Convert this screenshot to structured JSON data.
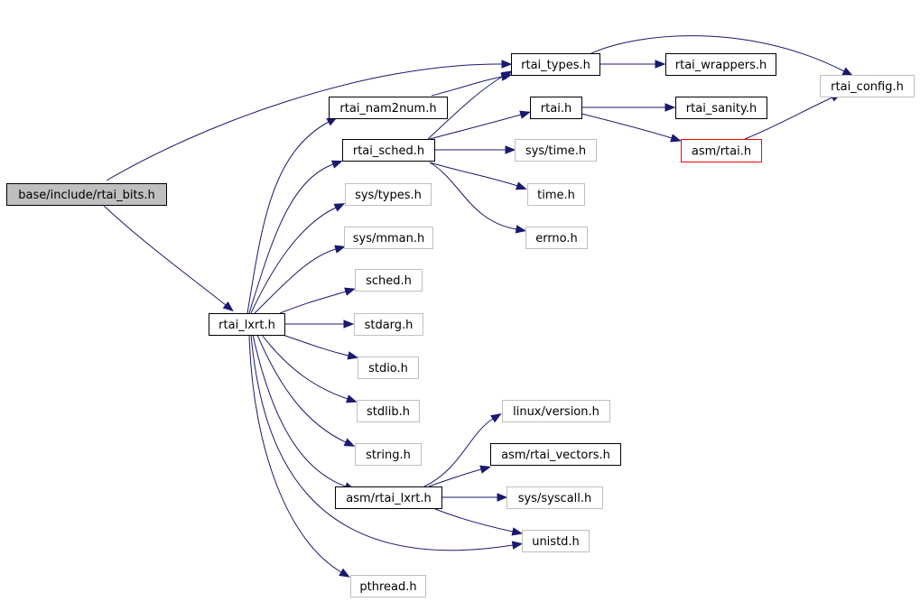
{
  "colors": {
    "edge": "#191970",
    "border_normal": "#000000",
    "border_external": "#bfbfbf",
    "border_missing": "#ff0000",
    "fill_root": "#bfbfbf",
    "fill_normal": "#ffffff"
  },
  "nodes": [
    {
      "id": "rtai_bits",
      "label": "base/include/rtai_bits.h",
      "kind": "root"
    },
    {
      "id": "rtai_types",
      "label": "rtai_types.h",
      "kind": "normal"
    },
    {
      "id": "rtai_wrappers",
      "label": "rtai_wrappers.h",
      "kind": "normal"
    },
    {
      "id": "rtai_config",
      "label": "rtai_config.h",
      "kind": "external"
    },
    {
      "id": "rtai_nam2num",
      "label": "rtai_nam2num.h",
      "kind": "normal"
    },
    {
      "id": "rtai_h",
      "label": "rtai.h",
      "kind": "normal"
    },
    {
      "id": "rtai_sanity",
      "label": "rtai_sanity.h",
      "kind": "normal"
    },
    {
      "id": "rtai_sched",
      "label": "rtai_sched.h",
      "kind": "normal"
    },
    {
      "id": "sys_time",
      "label": "sys/time.h",
      "kind": "external"
    },
    {
      "id": "asm_rtai",
      "label": "asm/rtai.h",
      "kind": "missing"
    },
    {
      "id": "sys_types",
      "label": "sys/types.h",
      "kind": "external"
    },
    {
      "id": "time_h",
      "label": "time.h",
      "kind": "external"
    },
    {
      "id": "errno_h",
      "label": "errno.h",
      "kind": "external"
    },
    {
      "id": "sys_mman",
      "label": "sys/mman.h",
      "kind": "external"
    },
    {
      "id": "sched_h",
      "label": "sched.h",
      "kind": "external"
    },
    {
      "id": "rtai_lxrt",
      "label": "rtai_lxrt.h",
      "kind": "normal"
    },
    {
      "id": "stdarg_h",
      "label": "stdarg.h",
      "kind": "external"
    },
    {
      "id": "stdio_h",
      "label": "stdio.h",
      "kind": "external"
    },
    {
      "id": "stdlib_h",
      "label": "stdlib.h",
      "kind": "external"
    },
    {
      "id": "linux_version",
      "label": "linux/version.h",
      "kind": "external"
    },
    {
      "id": "string_h",
      "label": "string.h",
      "kind": "external"
    },
    {
      "id": "asm_rtai_vectors",
      "label": "asm/rtai_vectors.h",
      "kind": "normal"
    },
    {
      "id": "asm_rtai_lxrt",
      "label": "asm/rtai_lxrt.h",
      "kind": "normal"
    },
    {
      "id": "sys_syscall",
      "label": "sys/syscall.h",
      "kind": "external"
    },
    {
      "id": "unistd_h",
      "label": "unistd.h",
      "kind": "external"
    },
    {
      "id": "pthread_h",
      "label": "pthread.h",
      "kind": "external"
    }
  ],
  "edges": [
    {
      "from": "rtai_bits",
      "to": "rtai_types"
    },
    {
      "from": "rtai_bits",
      "to": "rtai_lxrt"
    },
    {
      "from": "rtai_types",
      "to": "rtai_wrappers"
    },
    {
      "from": "rtai_types",
      "to": "rtai_config"
    },
    {
      "from": "rtai_nam2num",
      "to": "rtai_types"
    },
    {
      "from": "rtai_sched",
      "to": "rtai_types"
    },
    {
      "from": "rtai_sched",
      "to": "rtai_h"
    },
    {
      "from": "rtai_sched",
      "to": "sys_time"
    },
    {
      "from": "rtai_sched",
      "to": "time_h"
    },
    {
      "from": "rtai_sched",
      "to": "errno_h"
    },
    {
      "from": "rtai_h",
      "to": "rtai_sanity"
    },
    {
      "from": "rtai_h",
      "to": "asm_rtai"
    },
    {
      "from": "asm_rtai",
      "to": "rtai_config"
    },
    {
      "from": "rtai_lxrt",
      "to": "rtai_nam2num"
    },
    {
      "from": "rtai_lxrt",
      "to": "rtai_sched"
    },
    {
      "from": "rtai_lxrt",
      "to": "sys_types"
    },
    {
      "from": "rtai_lxrt",
      "to": "sys_mman"
    },
    {
      "from": "rtai_lxrt",
      "to": "sched_h"
    },
    {
      "from": "rtai_lxrt",
      "to": "stdarg_h"
    },
    {
      "from": "rtai_lxrt",
      "to": "stdio_h"
    },
    {
      "from": "rtai_lxrt",
      "to": "stdlib_h"
    },
    {
      "from": "rtai_lxrt",
      "to": "string_h"
    },
    {
      "from": "rtai_lxrt",
      "to": "asm_rtai_lxrt"
    },
    {
      "from": "rtai_lxrt",
      "to": "unistd_h"
    },
    {
      "from": "rtai_lxrt",
      "to": "pthread_h"
    },
    {
      "from": "asm_rtai_lxrt",
      "to": "linux_version"
    },
    {
      "from": "asm_rtai_lxrt",
      "to": "asm_rtai_vectors"
    },
    {
      "from": "asm_rtai_lxrt",
      "to": "sys_syscall"
    },
    {
      "from": "asm_rtai_lxrt",
      "to": "unistd_h"
    }
  ]
}
